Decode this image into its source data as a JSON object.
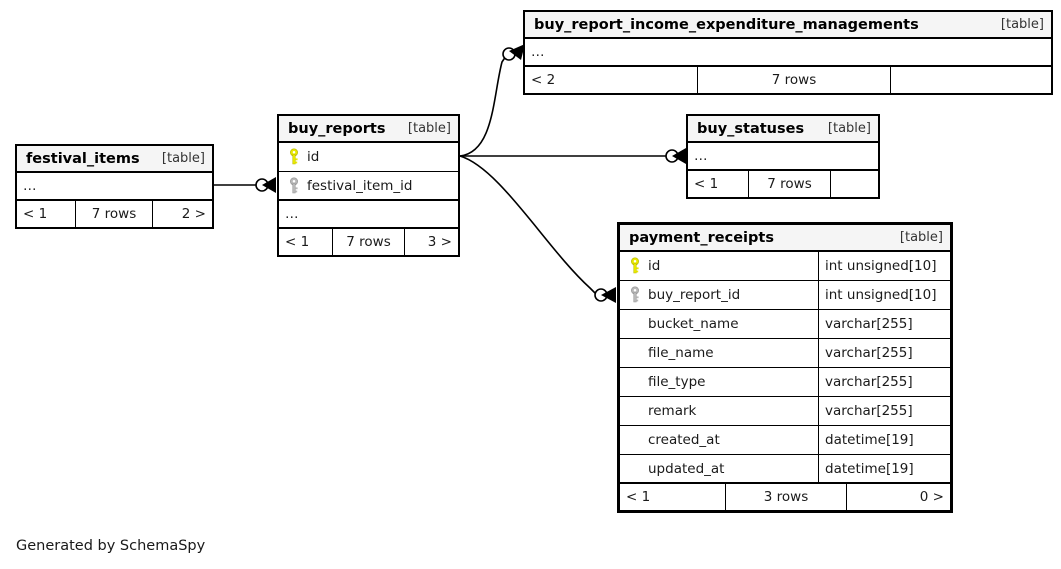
{
  "diagram": {
    "generator_caption": "Generated by SchemaSpy",
    "table_kind_label": "[table]",
    "ellipsis": "…",
    "colors": {
      "background": "#ffffff",
      "header_fill": "#f5f5f5",
      "border": "#000000",
      "primary_key_icon": "#e8e800",
      "foreign_key_icon": "#b0b0b0",
      "edge": "#000000"
    }
  },
  "tables": [
    {
      "id": "festival_items",
      "name": "festival_items",
      "kind": "[table]",
      "ellipsis_row": "…",
      "columns": [],
      "footer": {
        "left": "< 1",
        "mid": "7 rows",
        "right": "2 >"
      }
    },
    {
      "id": "buy_reports",
      "name": "buy_reports",
      "kind": "[table]",
      "ellipsis_row": "…",
      "columns": [
        {
          "name": "id",
          "type": "",
          "key": "primary"
        },
        {
          "name": "festival_item_id",
          "type": "",
          "key": "foreign"
        }
      ],
      "footer": {
        "left": "< 1",
        "mid": "7 rows",
        "right": "3 >"
      }
    },
    {
      "id": "buy_report_income_expenditure_managements",
      "name": "buy_report_income_expenditure_managements",
      "kind": "[table]",
      "ellipsis_row": "…",
      "columns": [],
      "footer": {
        "left": "< 2",
        "mid": "7 rows",
        "right": ""
      }
    },
    {
      "id": "buy_statuses",
      "name": "buy_statuses",
      "kind": "[table]",
      "ellipsis_row": "…",
      "columns": [],
      "footer": {
        "left": "< 1",
        "mid": "7 rows",
        "right": ""
      }
    },
    {
      "id": "payment_receipts",
      "name": "payment_receipts",
      "kind": "[table]",
      "focal": true,
      "columns": [
        {
          "name": "id",
          "type": "int unsigned[10]",
          "key": "primary"
        },
        {
          "name": "buy_report_id",
          "type": "int unsigned[10]",
          "key": "foreign"
        },
        {
          "name": "bucket_name",
          "type": "varchar[255]",
          "key": "none"
        },
        {
          "name": "file_name",
          "type": "varchar[255]",
          "key": "none"
        },
        {
          "name": "file_type",
          "type": "varchar[255]",
          "key": "none"
        },
        {
          "name": "remark",
          "type": "varchar[255]",
          "key": "none"
        },
        {
          "name": "created_at",
          "type": "datetime[19]",
          "key": "none"
        },
        {
          "name": "updated_at",
          "type": "datetime[19]",
          "key": "none"
        }
      ],
      "footer": {
        "left": "< 1",
        "mid": "3 rows",
        "right": "0 >"
      }
    }
  ],
  "relationships": [
    {
      "id": "rel-festival-items-to-buy-reports",
      "from": "festival_items",
      "to": "buy_reports"
    },
    {
      "id": "rel-buy-reports-to-income-expenditure",
      "from": "buy_reports",
      "to": "buy_report_income_expenditure_managements"
    },
    {
      "id": "rel-buy-reports-to-buy-statuses",
      "from": "buy_reports",
      "to": "buy_statuses"
    },
    {
      "id": "rel-buy-reports-to-payment-receipts",
      "from": "buy_reports",
      "to": "payment_receipts"
    }
  ]
}
